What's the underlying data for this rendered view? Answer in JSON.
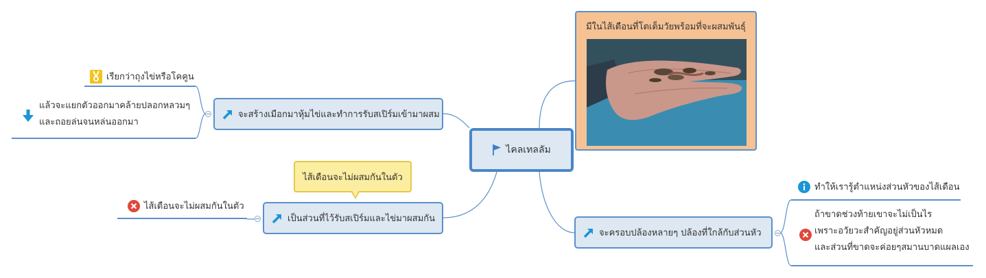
{
  "central": {
    "label": "ไคลเทลลัม",
    "icon": "flag-icon"
  },
  "top_right": {
    "title": "มีในไส้เดือนที่โตเต็มวัยพร้อมที่จะผสมพันธุ์",
    "image": "hand-holding-earthworms-photo"
  },
  "bottom_right": {
    "label": "จะครอบปล้องหลายๆ ปล้องที่ใกล้กับส่วนหัว",
    "icon": "arrow-up-right-icon",
    "children": [
      {
        "text": "ทำให้เรารู้ตำแหน่งส่วนหัวของไส้เดือน",
        "icon": "info-icon"
      },
      {
        "lines": [
          "ถ้าขาดช่วงท้ายเขาจะไม่เป็นไร",
          "เพราะอวัยวะสำคัญอยู่ส่วนหัวหมด",
          "และส่วนที่ขาดจะค่อยๆสมานบาดแผลเอง"
        ],
        "icon": "error-x-icon"
      }
    ]
  },
  "top_left": {
    "label": "จะสร้างเมือกมาหุ้มไข่และทำการรับสเปิร์มเข้ามาผสม",
    "icon": "arrow-up-right-icon",
    "children": [
      {
        "text": "เรียกว่าถุงไข่หรือโคคูน",
        "icon": "medal-icon"
      },
      {
        "lines": [
          "แล้วจะแยกตัวออกมาคล้ายปลอกหลวมๆ",
          "และถอยล่นจนหล่นออกมา"
        ],
        "icon": "arrow-down-icon"
      }
    ]
  },
  "bottom_left": {
    "label": "เป็นส่วนที่ไว้รับสเปิร์มและไข่มาผสมกัน",
    "icon": "arrow-up-right-icon",
    "callout": "ไส้เดือนจะไม่ผสมกันในตัว",
    "children": [
      {
        "text": "ไส้เดือนจะไม่ผสมกันในตัว",
        "icon": "error-x-icon"
      }
    ]
  }
}
